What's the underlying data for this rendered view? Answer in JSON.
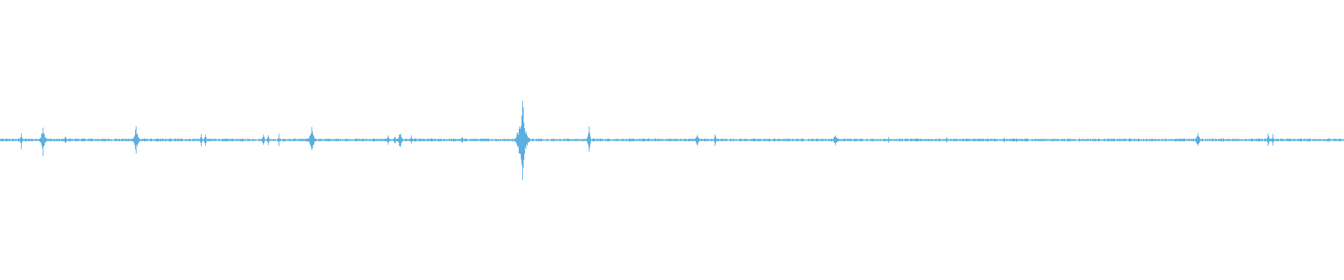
{
  "waveform": {
    "color": "#5aaee0",
    "amplitude_scale": 1.0,
    "baseline_fraction": 0.5,
    "peaks": [
      {
        "t": 0.0155,
        "amp": 0.035
      },
      {
        "t": 0.032,
        "amp": 0.075
      },
      {
        "t": 0.0485,
        "amp": 0.025
      },
      {
        "t": 0.101,
        "amp": 0.07
      },
      {
        "t": 0.1495,
        "amp": 0.025
      },
      {
        "t": 0.1525,
        "amp": 0.03
      },
      {
        "t": 0.196,
        "amp": 0.03
      },
      {
        "t": 0.1995,
        "amp": 0.028
      },
      {
        "t": 0.2075,
        "amp": 0.025
      },
      {
        "t": 0.232,
        "amp": 0.085
      },
      {
        "t": 0.2885,
        "amp": 0.025
      },
      {
        "t": 0.2935,
        "amp": 0.025
      },
      {
        "t": 0.2975,
        "amp": 0.05
      },
      {
        "t": 0.3055,
        "amp": 0.02
      },
      {
        "t": 0.344,
        "amp": 0.02
      },
      {
        "t": 0.3865,
        "amp": 0.1
      },
      {
        "t": 0.3885,
        "amp": 0.18
      },
      {
        "t": 0.385,
        "amp": 0.05
      },
      {
        "t": 0.438,
        "amp": 0.055
      },
      {
        "t": 0.5185,
        "amp": 0.04
      },
      {
        "t": 0.532,
        "amp": 0.03
      },
      {
        "t": 0.6215,
        "amp": 0.04
      },
      {
        "t": 0.661,
        "amp": 0.015
      },
      {
        "t": 0.704,
        "amp": 0.012
      },
      {
        "t": 0.747,
        "amp": 0.01
      },
      {
        "t": 0.756,
        "amp": 0.01
      },
      {
        "t": 0.891,
        "amp": 0.045
      },
      {
        "t": 0.943,
        "amp": 0.035
      },
      {
        "t": 0.947,
        "amp": 0.025
      },
      {
        "t": 0.9885,
        "amp": 0.012
      }
    ]
  }
}
